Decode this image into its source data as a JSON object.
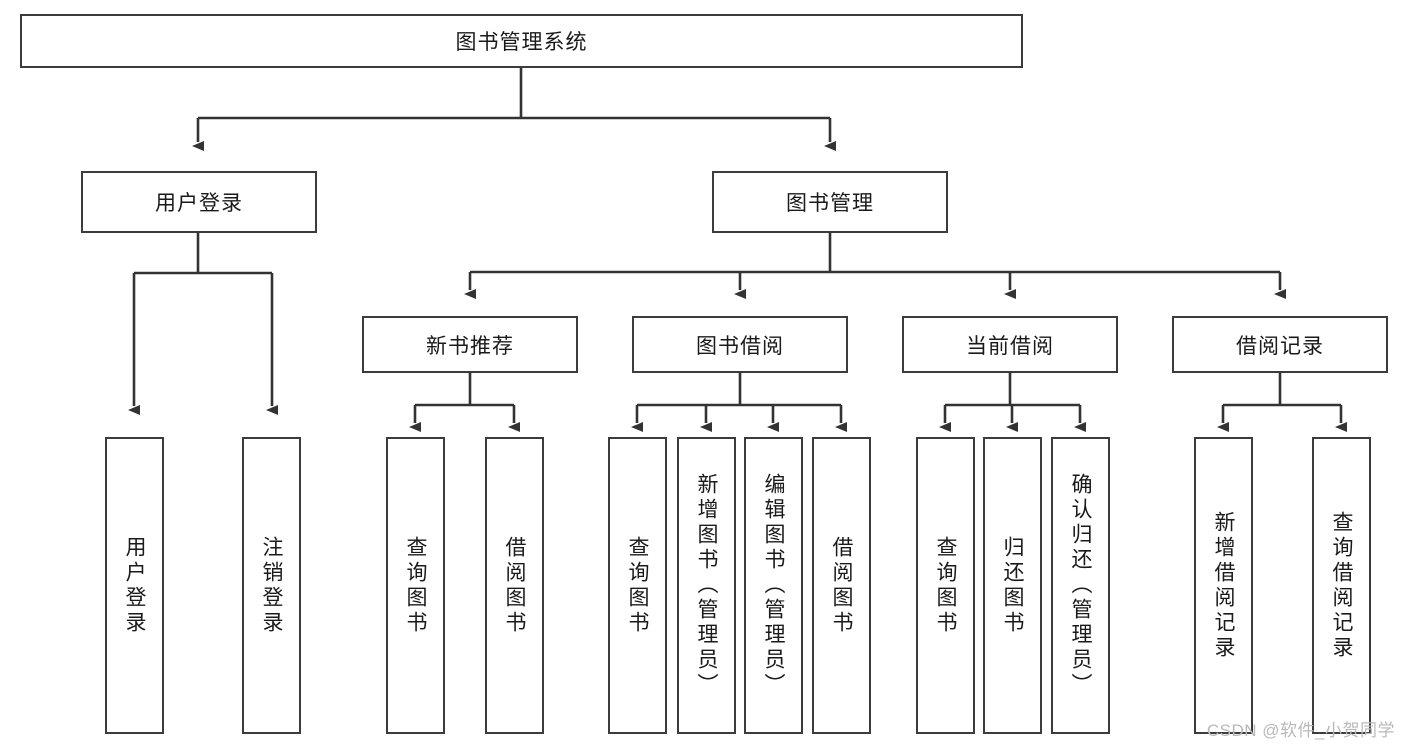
{
  "diagram": {
    "title": "图书管理系统",
    "type": "tree-hierarchy-diagram",
    "colors": {
      "box_border": "#3c3c3c",
      "box_fill": "#ffffff",
      "connector": "#333333",
      "text": "#1a1a1a",
      "watermark": "#b9b9b9",
      "background": "#ffffff"
    },
    "nodes": {
      "root": {
        "label": "图书管理系统",
        "level": 0,
        "orientation": "horizontal"
      },
      "user_login": {
        "label": "用户登录",
        "level": 1,
        "orientation": "horizontal"
      },
      "book_manage": {
        "label": "图书管理",
        "level": 1,
        "orientation": "horizontal"
      },
      "new_book_rec": {
        "label": "新书推荐",
        "level": 2,
        "orientation": "horizontal"
      },
      "book_borrow": {
        "label": "图书借阅",
        "level": 2,
        "orientation": "horizontal"
      },
      "current_borrow": {
        "label": "当前借阅",
        "level": 2,
        "orientation": "horizontal"
      },
      "borrow_record": {
        "label": "借阅记录",
        "level": 2,
        "orientation": "horizontal"
      },
      "leaf_user_login": {
        "label": "用户登录",
        "level": 3,
        "orientation": "vertical"
      },
      "leaf_logout": {
        "label": "注销登录",
        "level": 3,
        "orientation": "vertical"
      },
      "leaf_query_book_1": {
        "label": "查询图书",
        "level": 3,
        "orientation": "vertical"
      },
      "leaf_borrow_book_1": {
        "label": "借阅图书",
        "level": 3,
        "orientation": "vertical"
      },
      "leaf_query_book_2": {
        "label": "查询图书",
        "level": 3,
        "orientation": "vertical"
      },
      "leaf_add_book": {
        "label": "新增图书（管理员）",
        "level": 3,
        "orientation": "vertical"
      },
      "leaf_edit_book": {
        "label": "编辑图书（管理员）",
        "level": 3,
        "orientation": "vertical"
      },
      "leaf_borrow_book_2": {
        "label": "借阅图书",
        "level": 3,
        "orientation": "vertical"
      },
      "leaf_query_book_3": {
        "label": "查询图书",
        "level": 3,
        "orientation": "vertical"
      },
      "leaf_return_book": {
        "label": "归还图书",
        "level": 3,
        "orientation": "vertical"
      },
      "leaf_confirm_return": {
        "label": "确认归还（管理员）",
        "level": 3,
        "orientation": "vertical"
      },
      "leaf_add_record": {
        "label": "新增借阅记录",
        "level": 3,
        "orientation": "vertical"
      },
      "leaf_query_record": {
        "label": "查询借阅记录",
        "level": 3,
        "orientation": "vertical"
      }
    },
    "edges": [
      {
        "from": "root",
        "to": "user_login"
      },
      {
        "from": "root",
        "to": "book_manage"
      },
      {
        "from": "user_login",
        "to": "leaf_user_login"
      },
      {
        "from": "user_login",
        "to": "leaf_logout"
      },
      {
        "from": "book_manage",
        "to": "new_book_rec"
      },
      {
        "from": "book_manage",
        "to": "book_borrow"
      },
      {
        "from": "book_manage",
        "to": "current_borrow"
      },
      {
        "from": "book_manage",
        "to": "borrow_record"
      },
      {
        "from": "new_book_rec",
        "to": "leaf_query_book_1"
      },
      {
        "from": "new_book_rec",
        "to": "leaf_borrow_book_1"
      },
      {
        "from": "book_borrow",
        "to": "leaf_query_book_2"
      },
      {
        "from": "book_borrow",
        "to": "leaf_add_book"
      },
      {
        "from": "book_borrow",
        "to": "leaf_edit_book"
      },
      {
        "from": "book_borrow",
        "to": "leaf_borrow_book_2"
      },
      {
        "from": "current_borrow",
        "to": "leaf_query_book_3"
      },
      {
        "from": "current_borrow",
        "to": "leaf_return_book"
      },
      {
        "from": "current_borrow",
        "to": "leaf_confirm_return"
      },
      {
        "from": "borrow_record",
        "to": "leaf_add_record"
      },
      {
        "from": "borrow_record",
        "to": "leaf_query_record"
      }
    ],
    "watermark": "CSDN @软件_小贺同学"
  }
}
